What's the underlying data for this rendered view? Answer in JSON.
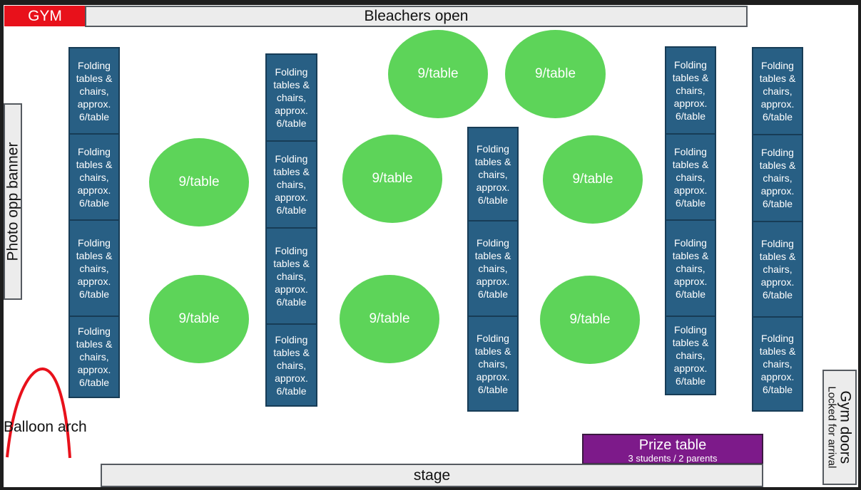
{
  "labels": {
    "gym": "GYM",
    "bleachers": "Bleachers open",
    "stage": "stage",
    "photo_banner": "Photo opp banner",
    "balloon_arch": "Balloon arch",
    "gym_doors": "Gym doors",
    "gym_doors_note": "Locked for arrival",
    "prize_table": "Prize table",
    "prize_table_note": "3 students  / 2 parents"
  },
  "folding_table_text": "Folding tables & chairs, approx. 6/table",
  "round_table_text": "9/table",
  "colors": {
    "gym_tag": "#e8111b",
    "folding_table": "#285f84",
    "round_table": "#5dd459",
    "prize_table": "#7d1a8a",
    "balloon_arch": "#e8111b"
  }
}
